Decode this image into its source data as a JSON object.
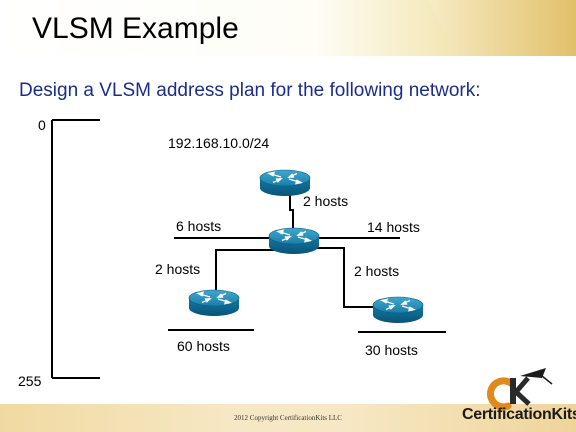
{
  "slide": {
    "title": "VLSM Example",
    "subtitle": "Design a VLSM address plan for the following network:",
    "copyright": "2012 Copyright CertificationKits  LLC",
    "brand": "CertificationKits",
    "logo_mark": "CK"
  },
  "diagram": {
    "scale": {
      "top": "0",
      "bottom": "255"
    },
    "network": "192.168.10.0/24",
    "labels": {
      "top_router_link": "2 hosts",
      "left_lan": "6 hosts",
      "right_lan": "14 hosts",
      "left_wan": "2 hosts",
      "right_wan": "2 hosts",
      "bottom_left_lan": "60 hosts",
      "bottom_right_lan": "30 hosts"
    },
    "colors": {
      "router": "#1a7fa8",
      "router_dark": "#0d5d80",
      "accent": "#1b2d8c"
    },
    "icons": [
      "router-icon"
    ]
  }
}
